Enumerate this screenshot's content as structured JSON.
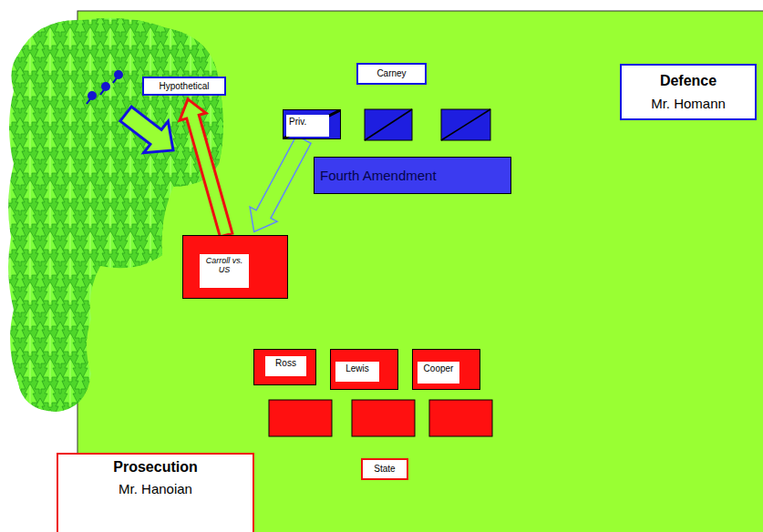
{
  "diagram": {
    "nodes": [
      {
        "text": [
          "Hypothetical"
        ]
      },
      {
        "text": [
          "Carney"
        ]
      },
      {
        "text": [
          "Defence",
          "Mr. Homann"
        ]
      },
      {
        "text": [
          "Priv."
        ]
      },
      {
        "text": [
          "Fourth Amendment"
        ]
      },
      {
        "text": [
          "Carroll vs. US"
        ]
      },
      {
        "text": [
          "Ross"
        ]
      },
      {
        "text": [
          "Lewis"
        ]
      },
      {
        "text": [
          "Cooper"
        ]
      },
      {
        "text": [
          "State"
        ]
      },
      {
        "text": [
          "Prosecution",
          "Mr. Hanoian"
        ]
      }
    ],
    "edges": [
      {
        "from": 3,
        "to": 5,
        "arrow": "to"
      },
      {
        "from": 5,
        "to": 0,
        "arrow": "to"
      }
    ]
  }
}
